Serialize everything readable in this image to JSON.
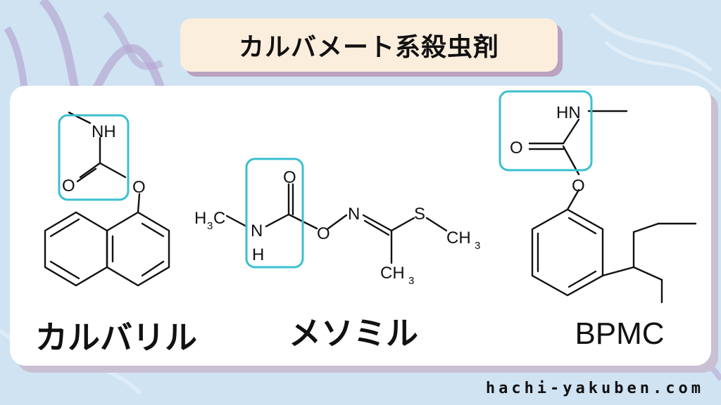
{
  "title": "カルバメート系殺虫剤",
  "compounds": [
    {
      "name": "カルバリル",
      "atoms": {
        "nh": "NH",
        "o_carbonyl": "O",
        "o_ester": "O"
      }
    },
    {
      "name": "メソミル",
      "atoms": {
        "h3c_main": "H",
        "h3c_sub": "3",
        "h3c_c": "C",
        "n": "N",
        "h": "H",
        "o_carbonyl": "O",
        "o_ester": "O",
        "n_imine": "N",
        "s": "S",
        "ch3_c": "CH",
        "ch3_sub": "3",
        "ch3_b_c": "CH",
        "ch3_b_sub": "3"
      }
    },
    {
      "name": "BPMC",
      "atoms": {
        "hn": "HN",
        "o_carbonyl": "O",
        "o_ester": "O"
      }
    }
  ],
  "highlight_color": "#3bbfcf",
  "website": "hachi-yakuben.com"
}
